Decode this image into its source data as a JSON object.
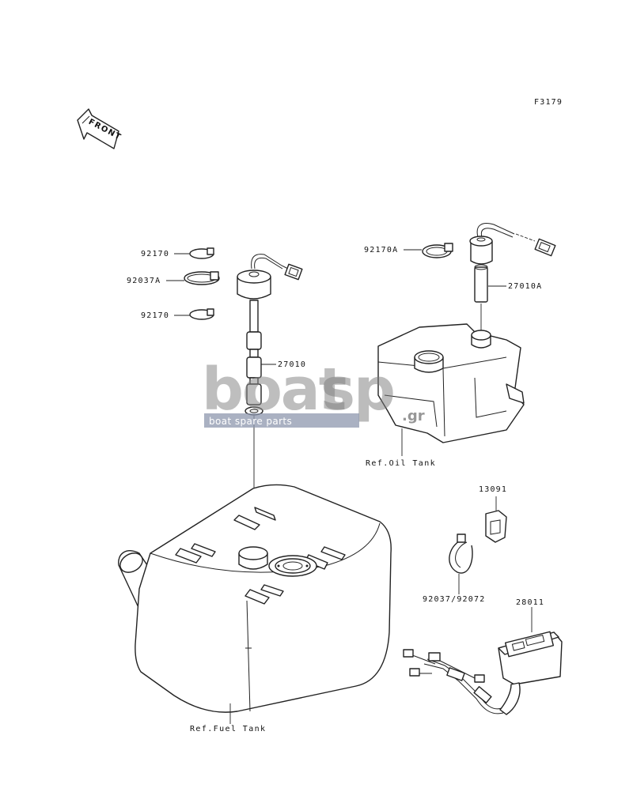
{
  "figure_code": "F3179",
  "front_arrow_label": "FRONT",
  "callouts": {
    "p92170_top": "92170",
    "p92037A": "92037A",
    "p92170_bottom": "92170",
    "p27010": "27010",
    "p92170A": "92170A",
    "p27010A": "27010A",
    "p13091": "13091",
    "p92037_92072": "92037/92072",
    "p28011": "28011"
  },
  "references": {
    "oil_tank": "Ref.Oil Tank",
    "fuel_tank": "Ref.Fuel Tank"
  },
  "watermark": {
    "brand": "boat",
    "brand_suffix": "sp",
    "domain": ".gr",
    "tagline": "boat spare parts"
  }
}
